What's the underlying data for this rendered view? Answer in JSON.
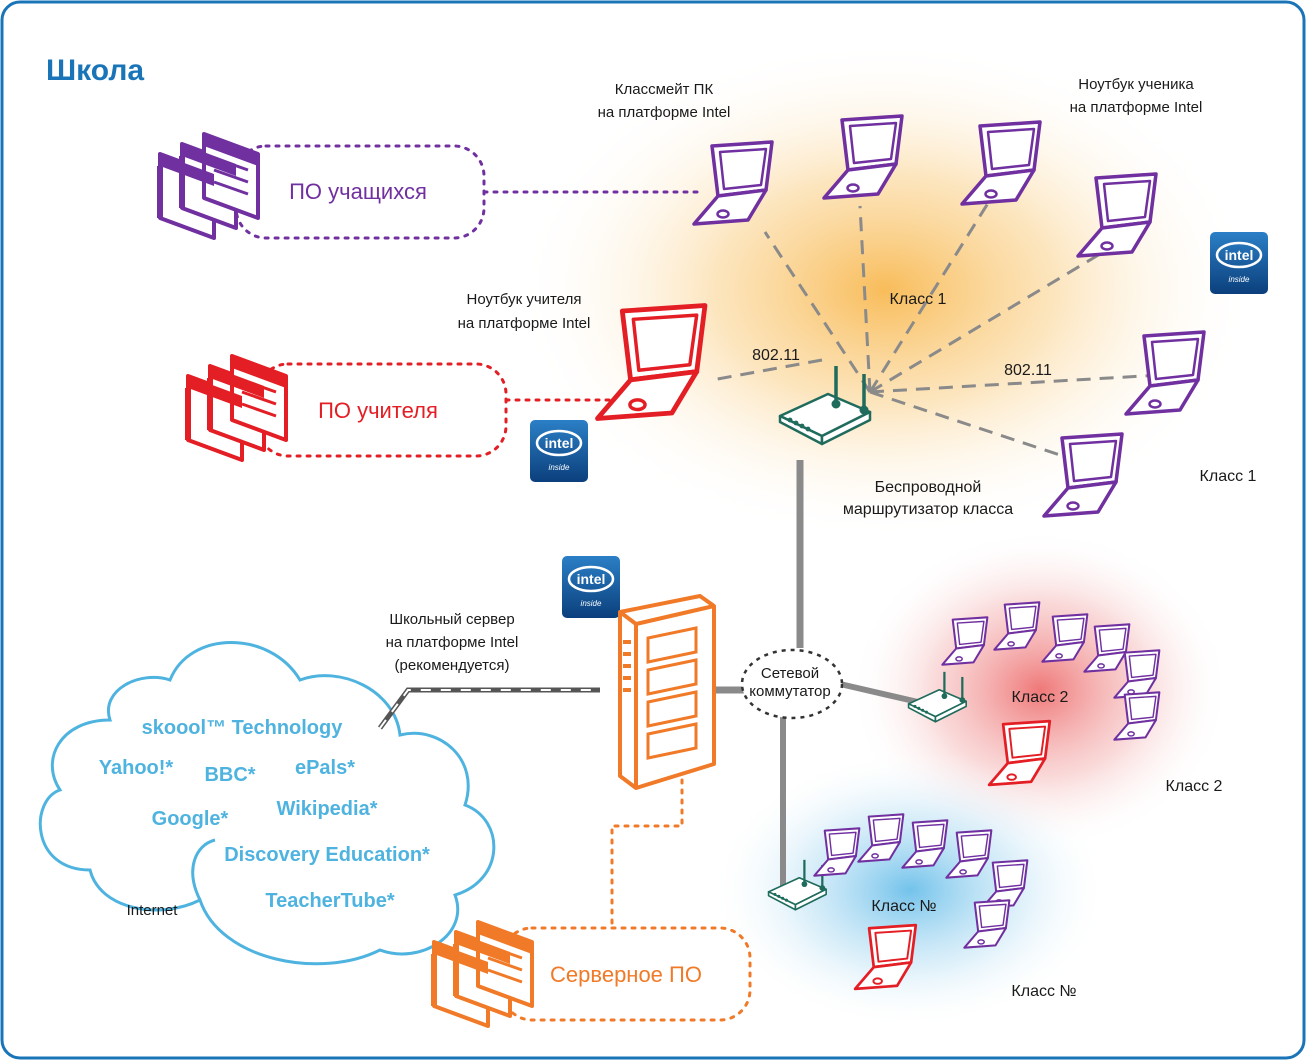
{
  "title": "Школа",
  "software": {
    "students": "ПО учащихся",
    "teacher": "ПО учителя",
    "server": "Серверное ПО"
  },
  "labels": {
    "classmate_pc": [
      "Классмейт ПК",
      "на платформе Intel"
    ],
    "student_laptop": [
      "Ноутбук ученика",
      "на платформе Intel"
    ],
    "teacher_laptop": [
      "Ноутбук учителя",
      "на платформе Intel"
    ],
    "wifi_left": "802.11",
    "wifi_right": "802.11",
    "class1_center": "Класс 1",
    "class1_side": "Класс 1",
    "router": [
      "Беспроводной",
      "маршрутизатор класса"
    ],
    "school_server": [
      "Школьный сервер",
      "на платформе Intel",
      "(рекомендуется)"
    ],
    "switch": [
      "Сетевой",
      "коммутатор"
    ],
    "class2_center": "Класс 2",
    "class2_side": "Класс 2",
    "classn_center": "Класс №",
    "classn_side": "Класс №",
    "internet": "Internet"
  },
  "intel_badge": {
    "logo": "intel",
    "tagline": "inside"
  },
  "cloud_items": {
    "skoool": "skoool™ Technology",
    "yahoo": "Yahoo!*",
    "bbc": "BBC*",
    "epals": "ePals*",
    "google": "Google*",
    "wikipedia": "Wikipedia*",
    "discovery": "Discovery Education*",
    "teachertube": "TeacherTube*"
  },
  "colors": {
    "student": "#7030a0",
    "teacher": "#e31e24",
    "server": "#f07a28",
    "router": "#1f6b5c",
    "cloud": "#4fb3e0",
    "title": "#1a75b8",
    "frame": "#1a75b8"
  }
}
